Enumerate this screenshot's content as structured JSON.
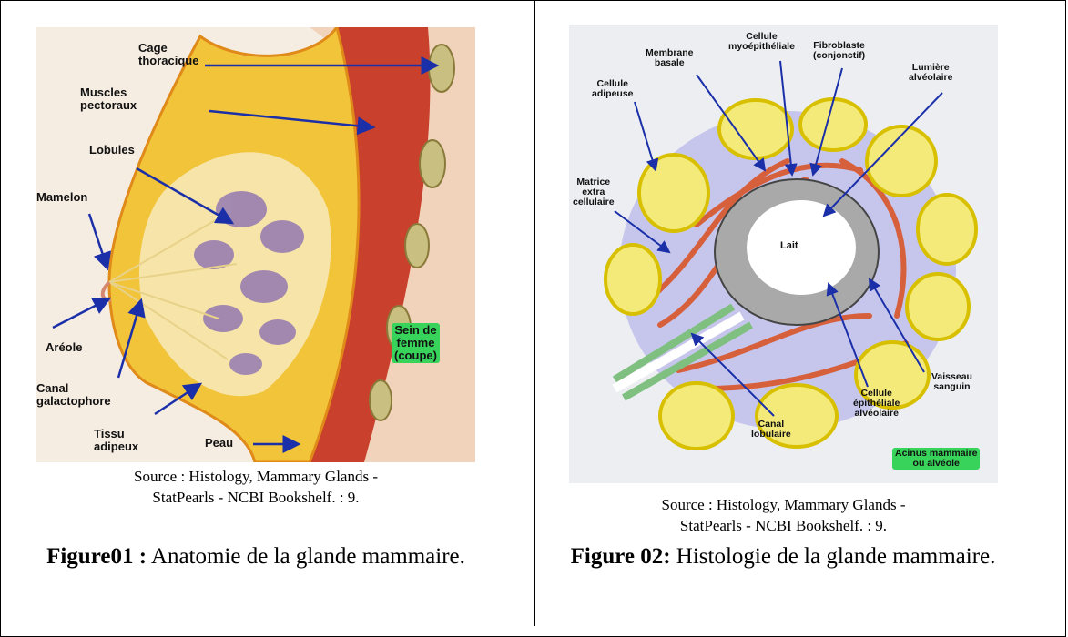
{
  "figure1": {
    "labels": {
      "cage": "Cage\nthoracique",
      "muscles": "Muscles\npectoraux",
      "lobules": "Lobules",
      "mamelon": "Mamelon",
      "areole": "Aréole",
      "canal": "Canal\ngalactophore",
      "tissu": "Tissu\nadipeux",
      "peau": "Peau",
      "sein": "Sein de\nfemme\n(coupe)"
    },
    "source": "Source : Histology, Mammary Glands -\nStatPearls - NCBI Bookshelf. : 9.",
    "caption_bold": "Figure01 :",
    "caption_text": " Anatomie de la glande mammaire."
  },
  "figure2": {
    "labels": {
      "membrane": "Membrane\nbasale",
      "myo": "Cellule\nmyoépithéliale",
      "fibro": "Fibroblaste\n(conjonctif)",
      "lumiere": "Lumière\nalvéolaire",
      "adipeuse": "Cellule\nadipeuse",
      "matrice": "Matrice\nextra\ncellulaire",
      "lait": "Lait",
      "vaisseau": "Vaisseau\nsanguin",
      "epith": "Cellule\népithéliale\nalvéolaire",
      "canal_lob": "Canal\nlobulaire",
      "acinus": "Acinus mammaire\nou alvéole"
    },
    "source": "Source : Histology, Mammary Glands -\nStatPearls - NCBI Bookshelf. : 9.",
    "caption_bold": "Figure 02:",
    "caption_text": " Histologie de la glande mammaire."
  },
  "colors": {
    "arrow": "#1a2fa8",
    "fat": "#f2c43a",
    "muscle": "#c9402c",
    "lobule": "#9a7fb0",
    "green_label": "#38d35a",
    "adipocyte": "#f4ea7a"
  }
}
